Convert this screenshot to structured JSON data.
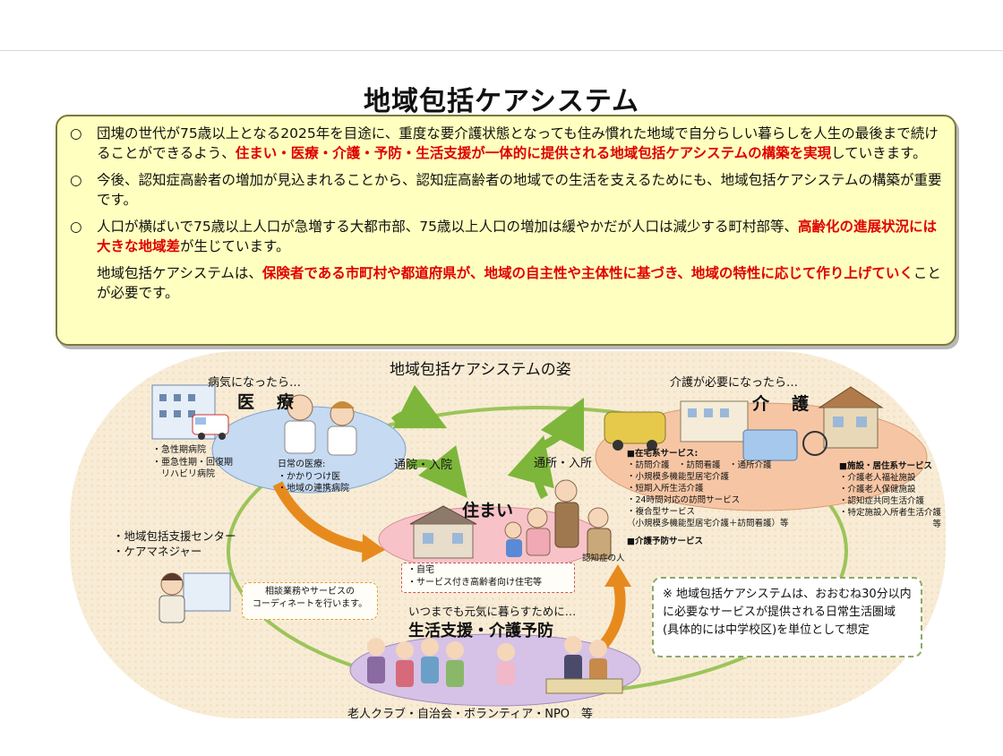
{
  "title": "地域包括ケアシステム",
  "summary": {
    "bullet": "○",
    "p1": {
      "a": "団塊の世代が75歳以上となる2025年を目途に、重度な要介護状態となっても住み慣れた地域で自分らしい暮らしを人生の最後まで続けることができるよう、",
      "b": "住まい・医療・介護・予防・生活支援が一体的に提供される地域包括ケアシステムの構築を実現",
      "c": "していきます。"
    },
    "p2": "今後、認知症高齢者の増加が見込まれることから、認知症高齢者の地域での生活を支えるためにも、地域包括ケアシステムの構築が重要です。",
    "p3": {
      "a": "人口が横ばいで75歳以上人口が急増する大都市部、75歳以上人口の増加は緩やかだが人口は減少する町村部等、",
      "b": "高齢化の進展状況には大きな地域差",
      "c": "が生じています。"
    },
    "p4": {
      "a": "地域包括ケアシステムは、",
      "b": "保険者である市町村や都道府県が、地域の自主性や主体性に基づき、地域の特性に応じて作り上げていく",
      "c": "ことが必要です。"
    }
  },
  "diagram": {
    "title": "地域包括ケアシステムの姿",
    "medical": {
      "caption": "病気になったら…",
      "heading": "医　療",
      "hospitals": [
        "・急性期病院",
        "・亜急性期・回復期",
        "　リハビリ病院"
      ],
      "daily_title": "日常の医療:",
      "daily_items": [
        "・かかりつけ医",
        "・地域の連携病院"
      ]
    },
    "care": {
      "caption": "介護が必要になったら…",
      "heading": "介　護",
      "home_title": "■在宅系サービス:",
      "home_items": [
        "・訪問介護　・訪問看護　・通所介護",
        "・小規模多機能型居宅介護",
        "・短期入所生活介護",
        "・24時間対応の訪問サービス",
        "・複合型サービス",
        "（小規模多機能型居宅介護＋訪問看護）等"
      ],
      "prevention": "■介護予防サービス",
      "facility_title": "■施設・居住系サービス",
      "facility_items": [
        "・介護老人福祉施設",
        "・介護老人保健施設",
        "・認知症共同生活介護",
        "・特定施設入所者生活介護",
        "等"
      ]
    },
    "home": {
      "heading": "住まい",
      "items": [
        "・自宅",
        "・サービス付き高齢者向け住宅等"
      ],
      "dementia": "認知症の人"
    },
    "flows": {
      "hospital": "通院・入院",
      "daycare": "通所・入所"
    },
    "support_center": {
      "lines": [
        "・地域包括支援センター",
        "・ケアマネジャー"
      ],
      "bubble": [
        "相談業務やサービスの",
        "コーディネートを行います。"
      ]
    },
    "life_support": {
      "caption": "いつまでも元気に暮らすために…",
      "heading": "生活支援・介護予防",
      "groups": "老人クラブ・自治会・ボランティア・NPO　等"
    },
    "note": {
      "mark": "※",
      "text": "地域包括ケアシステムは、おおむね30分以内に必要なサービスが提供される日常生活圏域(具体的には中学校区)を単位として想定"
    },
    "colors": {
      "medical_ellipse": "#c6daf2",
      "care_ellipse": "#f6c6a4",
      "home_ellipse": "#f7c3c8",
      "life_ellipse": "#d6c2e6",
      "green_arrow": "#7db63b",
      "orange_arrow": "#e78a1e",
      "ring": "#9cc45a"
    }
  }
}
